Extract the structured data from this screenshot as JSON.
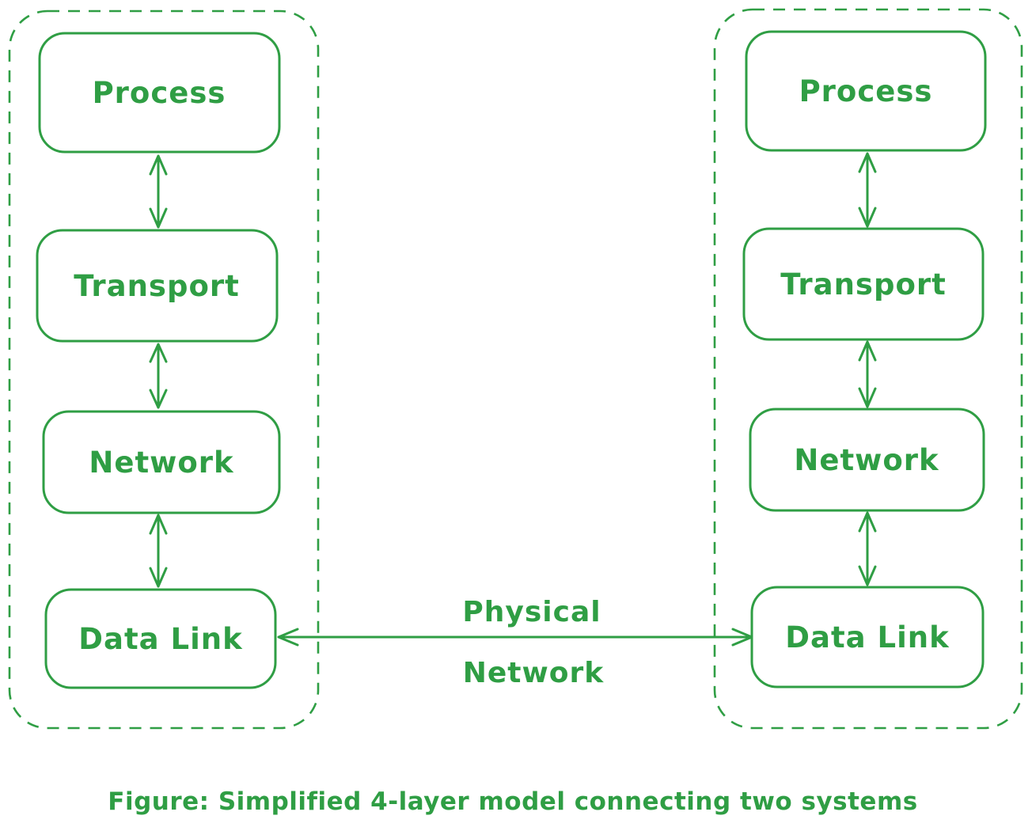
{
  "colors": {
    "stroke_green": "#2f9e44",
    "background": "#ffffff"
  },
  "systems": [
    {
      "layers": [
        "Process",
        "Transport",
        "Network",
        "Data Link"
      ]
    },
    {
      "layers": [
        "Process",
        "Transport",
        "Network",
        "Data Link"
      ]
    }
  ],
  "physical_link": {
    "line1": "Physical",
    "line2": "Network"
  },
  "caption": "Figure: Simplified 4-layer model connecting two systems"
}
